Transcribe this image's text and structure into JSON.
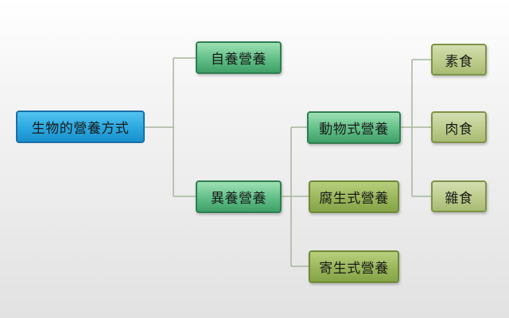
{
  "diagram": {
    "root": {
      "label": "生物的營養方式"
    },
    "autotrophic": {
      "label": "自養營養"
    },
    "heterotrophic": {
      "label": "異養營養"
    },
    "holozoic": {
      "label": "動物式營養"
    },
    "saprophytic": {
      "label": "腐生式營養"
    },
    "parasitic": {
      "label": "寄生式營養"
    },
    "herbivore": {
      "label": "素食"
    },
    "carnivore": {
      "label": "肉食"
    },
    "omnivore": {
      "label": "雜食"
    }
  },
  "colors": {
    "root": "#2aa7e0",
    "level1": "#5fbf86",
    "level2_primary": "#5fbf86",
    "level2_other": "#9ab65a",
    "leaf": "#bccd8c",
    "connector": "#a8b59a"
  }
}
